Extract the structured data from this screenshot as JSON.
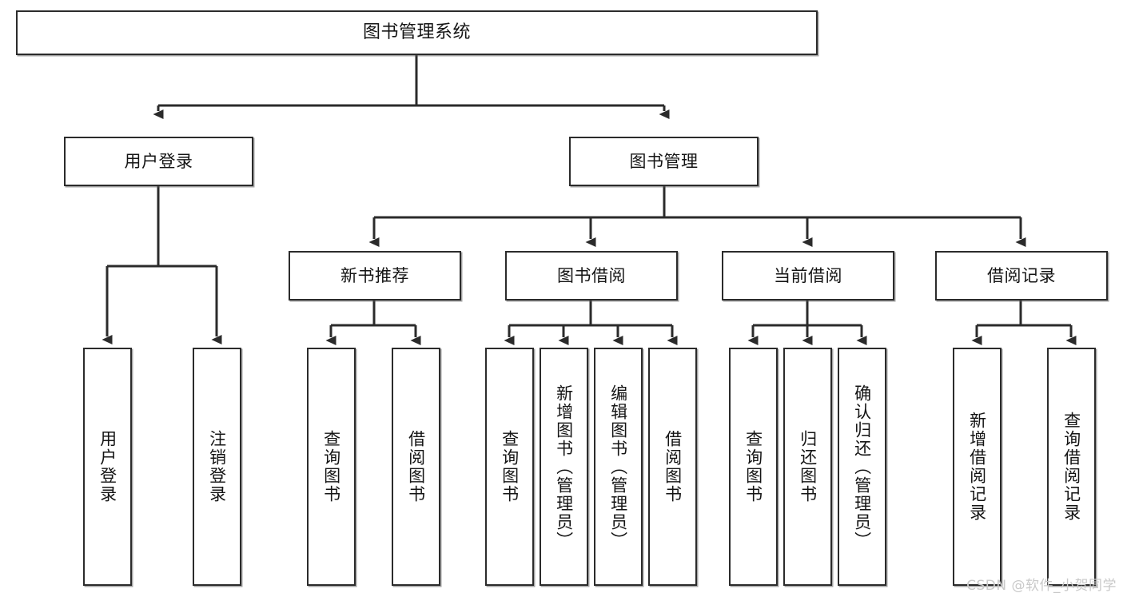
{
  "diagram": {
    "type": "tree-flowchart",
    "title": "图书管理系统",
    "watermark": "CSDN @软件_小贺同学",
    "colors": {
      "box_border": "#2b2b2b",
      "box_fill": "#ffffff",
      "connector": "#2b2b2b",
      "text": "#141414",
      "watermark": "#c9c9c9",
      "background": "#ffffff"
    },
    "levels": {
      "root": [
        "图书管理系统"
      ],
      "level2": [
        "用户登录",
        "图书管理"
      ],
      "level3": [
        "新书推荐",
        "图书借阅",
        "当前借阅",
        "借阅记录"
      ],
      "leaves": [
        "用户登录",
        "注销登录",
        "查询图书",
        "借阅图书",
        "查询图书",
        "新增图书（管理员）",
        "编辑图书（管理员）",
        "借阅图书",
        "查询图书",
        "归还图书",
        "确认归还（管理员）",
        "新增借阅记录",
        "查询借阅记录"
      ]
    },
    "nodes": {
      "root": {
        "label": "图书管理系统"
      },
      "user_login": {
        "label": "用户登录"
      },
      "book_mgmt": {
        "label": "图书管理"
      },
      "new_book_rec": {
        "label": "新书推荐"
      },
      "book_borrow": {
        "label": "图书借阅"
      },
      "current_borrow": {
        "label": "当前借阅"
      },
      "borrow_record": {
        "label": "借阅记录"
      },
      "leaf_user_login": {
        "label": "用户登录"
      },
      "leaf_logout": {
        "label": "注销登录"
      },
      "leaf_query_book_1": {
        "label": "查询图书"
      },
      "leaf_borrow_book_1": {
        "label": "借阅图书"
      },
      "leaf_query_book_2": {
        "label": "查询图书"
      },
      "leaf_add_book": {
        "label": "新增图书（管理员）"
      },
      "leaf_edit_book": {
        "label": "编辑图书（管理员）"
      },
      "leaf_borrow_book_2": {
        "label": "借阅图书"
      },
      "leaf_query_book_3": {
        "label": "查询图书"
      },
      "leaf_return_book": {
        "label": "归还图书"
      },
      "leaf_confirm_return": {
        "label": "确认归还（管理员）"
      },
      "leaf_add_record": {
        "label": "新增借阅记录"
      },
      "leaf_query_record": {
        "label": "查询借阅记录"
      }
    },
    "edges": [
      {
        "from": "root",
        "to": "user_login"
      },
      {
        "from": "root",
        "to": "book_mgmt"
      },
      {
        "from": "user_login",
        "to": "leaf_user_login"
      },
      {
        "from": "user_login",
        "to": "leaf_logout"
      },
      {
        "from": "book_mgmt",
        "to": "new_book_rec"
      },
      {
        "from": "book_mgmt",
        "to": "book_borrow"
      },
      {
        "from": "book_mgmt",
        "to": "current_borrow"
      },
      {
        "from": "book_mgmt",
        "to": "borrow_record"
      },
      {
        "from": "new_book_rec",
        "to": "leaf_query_book_1"
      },
      {
        "from": "new_book_rec",
        "to": "leaf_borrow_book_1"
      },
      {
        "from": "book_borrow",
        "to": "leaf_query_book_2"
      },
      {
        "from": "book_borrow",
        "to": "leaf_add_book"
      },
      {
        "from": "book_borrow",
        "to": "leaf_edit_book"
      },
      {
        "from": "book_borrow",
        "to": "leaf_borrow_book_2"
      },
      {
        "from": "current_borrow",
        "to": "leaf_query_book_3"
      },
      {
        "from": "current_borrow",
        "to": "leaf_return_book"
      },
      {
        "from": "current_borrow",
        "to": "leaf_confirm_return"
      },
      {
        "from": "borrow_record",
        "to": "leaf_add_record"
      },
      {
        "from": "borrow_record",
        "to": "leaf_query_record"
      }
    ]
  }
}
